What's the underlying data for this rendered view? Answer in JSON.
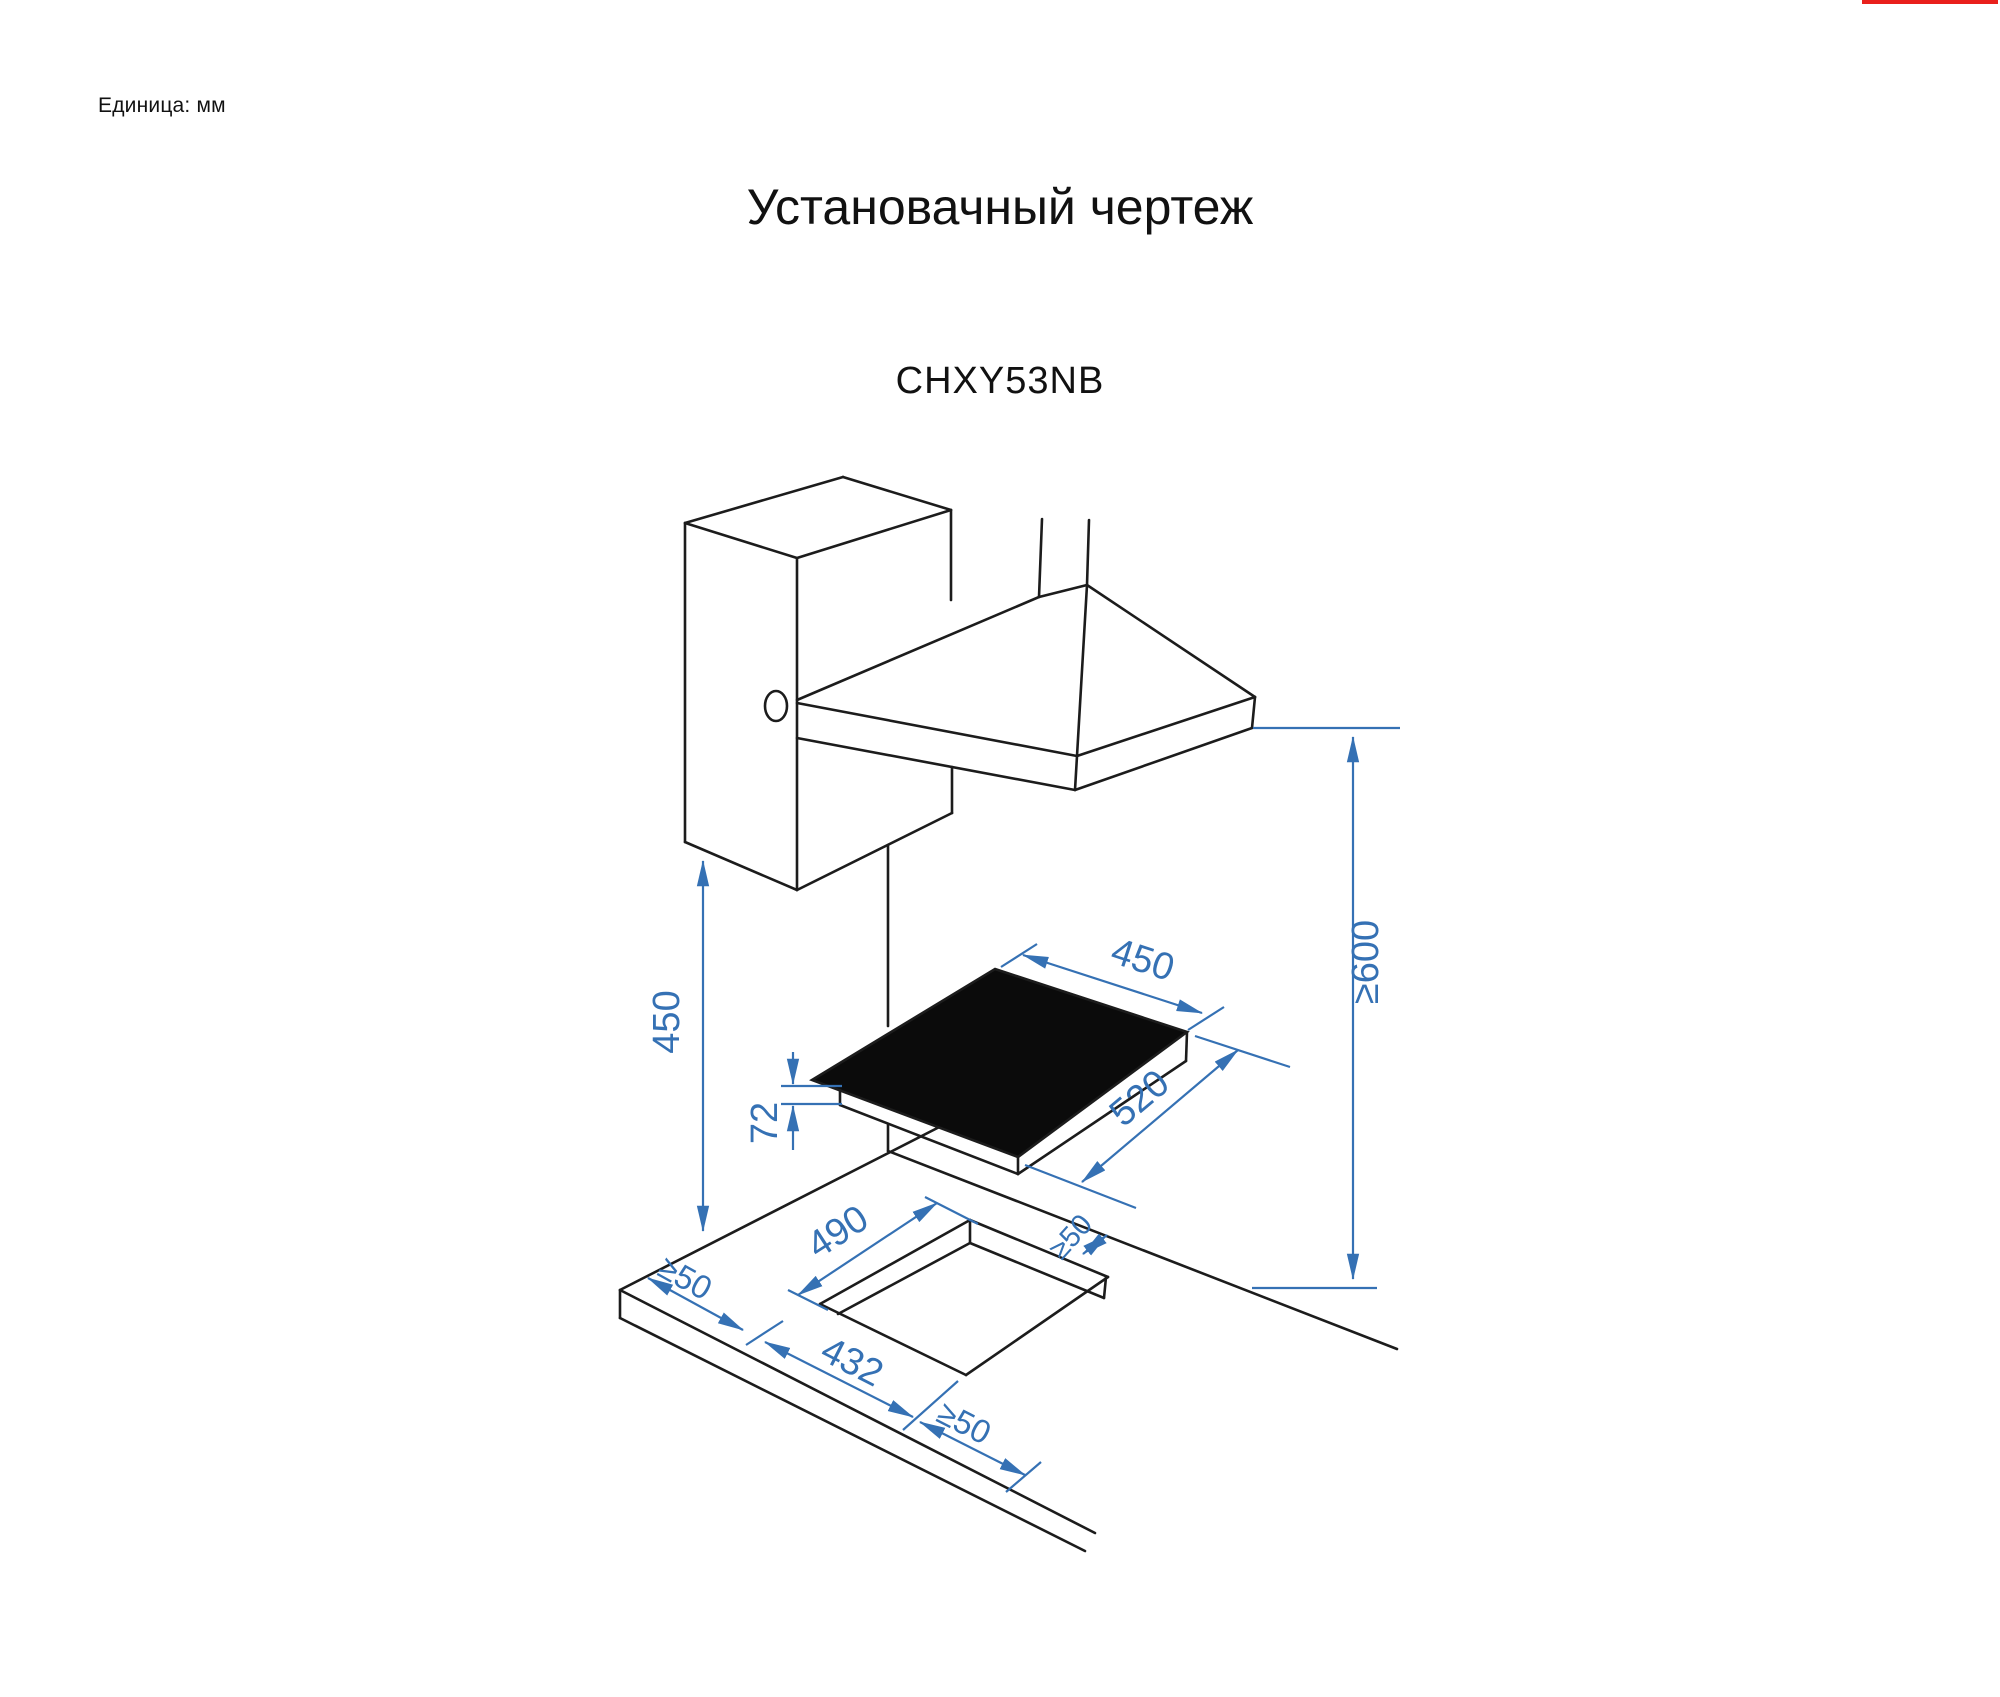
{
  "header": {
    "unit_label": "Единица: мм",
    "title": "Установачный чертеж",
    "model": "CHXY53NB",
    "accent_bar_color": "#e9201c"
  },
  "drawing": {
    "type": "installation-drawing",
    "unit": "mm",
    "colors": {
      "dimension_blue": "#3571b4",
      "outline_black": "#1c1c1c",
      "hob_fill": "#0b0b0b",
      "background": "#ffffff"
    },
    "components": [
      "wall-cabinet",
      "cooker-hood",
      "induction-hob",
      "countertop",
      "worktop-cutout"
    ],
    "dimensions": {
      "hob_top_width": "450",
      "hob_top_depth": "520",
      "hood_to_worktop_min": "≥600",
      "cabinet_bottom_to_worktop": "450",
      "hob_body_height": "72",
      "cutout_depth": "490",
      "cutout_left_clearance": "≥50",
      "cutout_width": "432",
      "cutout_front_clearance": "≥50",
      "cutout_back_clearance": "≥50"
    }
  }
}
